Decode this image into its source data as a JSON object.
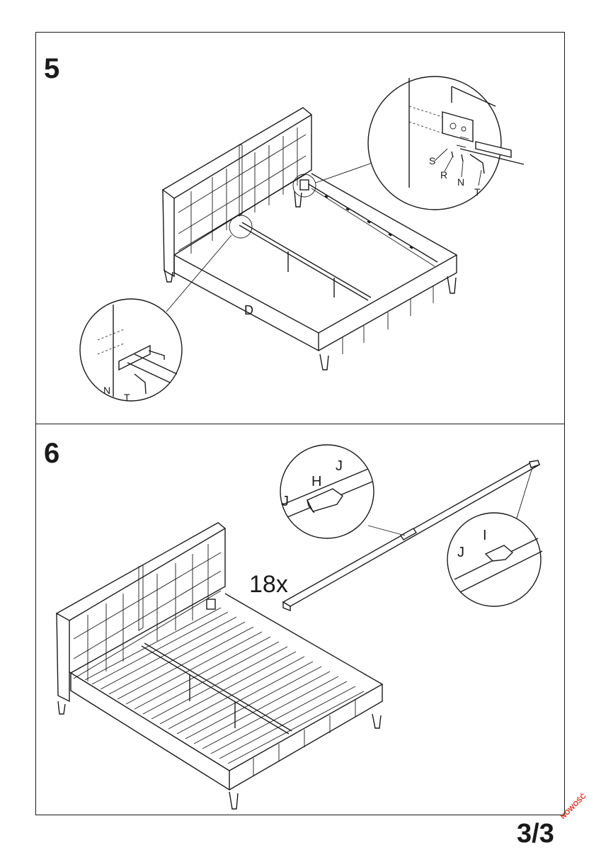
{
  "steps": [
    {
      "number": "5",
      "labels": {
        "frame": "D",
        "bracket": "S",
        "washer": "R",
        "nut": "N",
        "key": "T",
        "nut_left": "N",
        "key_left": "T"
      }
    },
    {
      "number": "6",
      "labels": {
        "slat_count": "18x",
        "cap": "H",
        "slat_left": "J",
        "slat_right": "J",
        "end_slat": "J",
        "end_cap": "I"
      }
    }
  ],
  "page": {
    "number": "3/3",
    "stamp": "NOWOŚĆ"
  }
}
